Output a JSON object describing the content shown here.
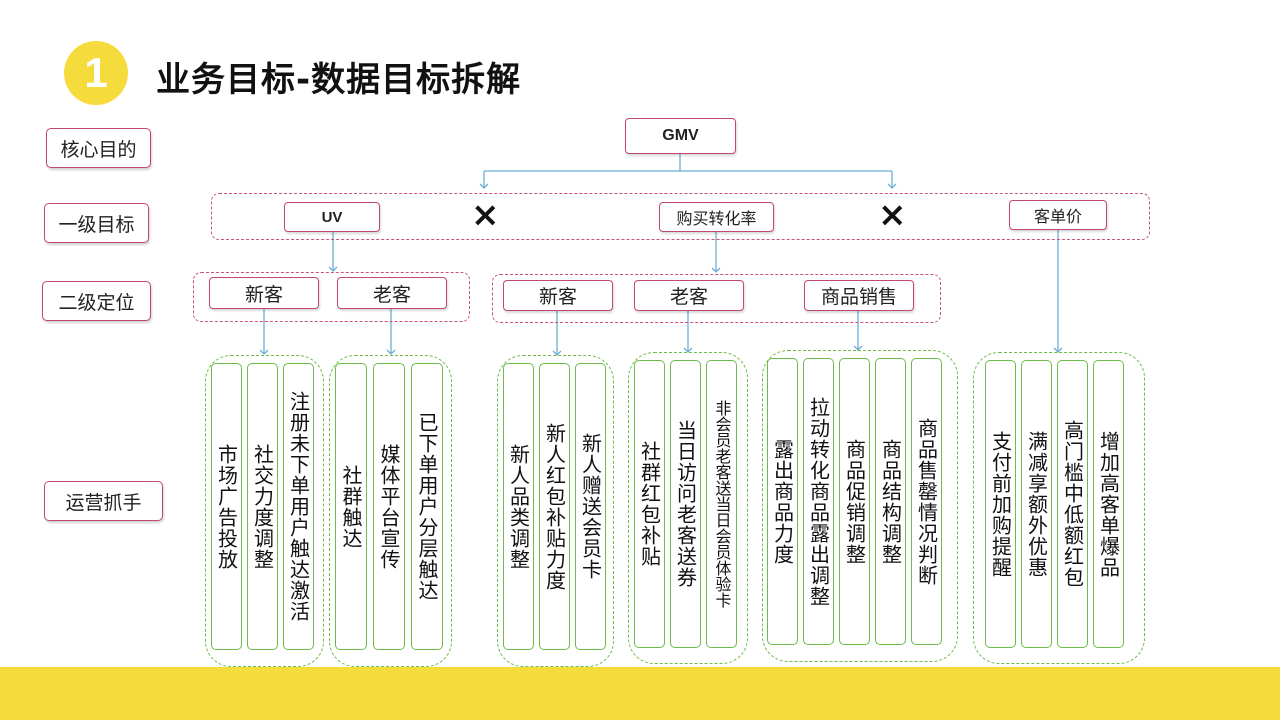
{
  "header": {
    "number": "1",
    "title": "业务目标-数据目标拆解"
  },
  "row_labels": {
    "core": "核心目的",
    "level1": "一级目标",
    "level2": "二级定位",
    "ops": "运营抓手"
  },
  "root": {
    "label": "GMV"
  },
  "level1": {
    "uv": "UV",
    "conversion": "购买转化率",
    "aov": "客单价",
    "operator": "×"
  },
  "level2": {
    "uv_new": "新客",
    "uv_old": "老客",
    "conv_new": "新客",
    "conv_old": "老客",
    "conv_sales": "商品销售"
  },
  "ops": {
    "uv_new": [
      "市场广告投放",
      "社交力度调整",
      "注册未下单用户触达激活"
    ],
    "uv_old": [
      "社群触达",
      "媒体平台宣传",
      "已下单用户分层触达"
    ],
    "conv_new": [
      "新人品类调整",
      "新人红包补贴力度",
      "新人赠送会员卡"
    ],
    "conv_old": [
      "社群红包补贴",
      "当日访问老客送券",
      "非会员老客送当日会员体验卡"
    ],
    "conv_sales": [
      "露出商品力度",
      "拉动转化商品露出调整",
      "商品促销调整",
      "商品结构调整",
      "商品售罄情况判断"
    ],
    "aov": [
      "支付前加购提醒",
      "满减享额外优惠",
      "高门槛中低额红包",
      "增加高客单爆品"
    ]
  },
  "colors": {
    "accent_yellow": "#f5dc3c",
    "node_border": "#c2467a",
    "group_border_green": "#6dbb4a",
    "connector_blue": "#6aaed6"
  }
}
